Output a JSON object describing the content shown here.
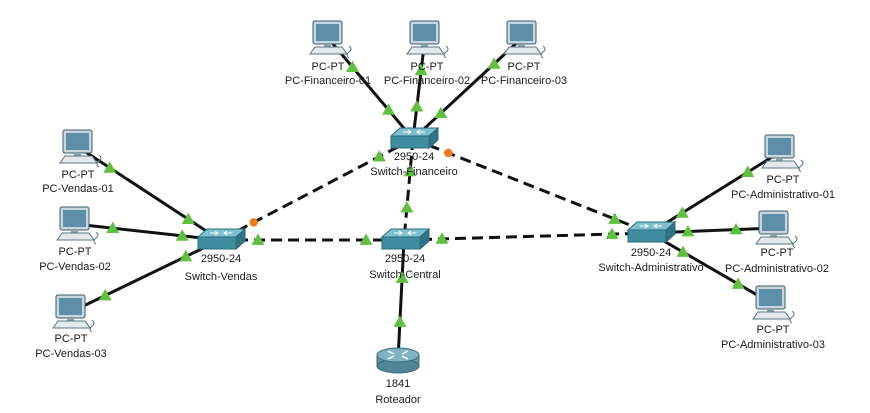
{
  "colors": {
    "background": "#ffffff",
    "link": "#111111",
    "link_up": "#5fbf3f",
    "link_pending": "#f07a1a",
    "switch_body": "#3f8ea0",
    "pc_monitor": "#5d8fa8",
    "router_body": "#7fb3c4"
  },
  "devices": [
    {
      "id": "pc-fin-1",
      "kind": "pc",
      "type": "PC-PT",
      "name": "PC-Financeiro-01"
    },
    {
      "id": "pc-fin-2",
      "kind": "pc",
      "type": "PC-PT",
      "name": "PC-Financeiro-02"
    },
    {
      "id": "pc-fin-3",
      "kind": "pc",
      "type": "PC-PT",
      "name": "PC-Financeiro-03"
    },
    {
      "id": "sw-fin",
      "kind": "switch",
      "type": "2950-24",
      "name": "Switch-Financeiro"
    },
    {
      "id": "pc-ven-1",
      "kind": "pc",
      "type": "PC-PT",
      "name": "PC-Vendas-01"
    },
    {
      "id": "pc-ven-2",
      "kind": "pc",
      "type": "PC-PT",
      "name": "PC-Vendas-02"
    },
    {
      "id": "pc-ven-3",
      "kind": "pc",
      "type": "PC-PT",
      "name": "PC-Vendas-03"
    },
    {
      "id": "sw-ven",
      "kind": "switch",
      "type": "2950-24",
      "name": "Switch-Vendas"
    },
    {
      "id": "sw-cen",
      "kind": "switch",
      "type": "2950-24",
      "name": "Switch-Central"
    },
    {
      "id": "pc-adm-1",
      "kind": "pc",
      "type": "PC-PT",
      "name": "PC-Administrativo-01"
    },
    {
      "id": "pc-adm-2",
      "kind": "pc",
      "type": "PC-PT",
      "name": "PC-Administrativo-02"
    },
    {
      "id": "pc-adm-3",
      "kind": "pc",
      "type": "PC-PT",
      "name": "PC-Administrativo-03"
    },
    {
      "id": "sw-adm",
      "kind": "switch",
      "type": "2950-24",
      "name": "Switch-Administrativo"
    },
    {
      "id": "rtr",
      "kind": "router",
      "type": "1841",
      "name": "Roteador"
    }
  ],
  "links": [
    {
      "from": "pc-fin-1",
      "to": "sw-fin",
      "style": "solid",
      "from_status": "up",
      "to_status": "up"
    },
    {
      "from": "pc-fin-2",
      "to": "sw-fin",
      "style": "solid",
      "from_status": "up",
      "to_status": "up"
    },
    {
      "from": "pc-fin-3",
      "to": "sw-fin",
      "style": "solid",
      "from_status": "up",
      "to_status": "up"
    },
    {
      "from": "pc-ven-1",
      "to": "sw-ven",
      "style": "solid",
      "from_status": "up",
      "to_status": "up"
    },
    {
      "from": "pc-ven-2",
      "to": "sw-ven",
      "style": "solid",
      "from_status": "up",
      "to_status": "up"
    },
    {
      "from": "pc-ven-3",
      "to": "sw-ven",
      "style": "solid",
      "from_status": "up",
      "to_status": "up"
    },
    {
      "from": "pc-adm-1",
      "to": "sw-adm",
      "style": "solid",
      "from_status": "up",
      "to_status": "up"
    },
    {
      "from": "pc-adm-2",
      "to": "sw-adm",
      "style": "solid",
      "from_status": "up",
      "to_status": "up"
    },
    {
      "from": "pc-adm-3",
      "to": "sw-adm",
      "style": "solid",
      "from_status": "up",
      "to_status": "up"
    },
    {
      "from": "sw-fin",
      "to": "sw-ven",
      "style": "dashed",
      "from_status": "up",
      "to_status": "pending"
    },
    {
      "from": "sw-fin",
      "to": "sw-adm",
      "style": "dashed",
      "from_status": "pending",
      "to_status": "up"
    },
    {
      "from": "sw-fin",
      "to": "sw-cen",
      "style": "dashed",
      "from_status": "up",
      "to_status": "up"
    },
    {
      "from": "sw-ven",
      "to": "sw-cen",
      "style": "dashed",
      "from_status": "up",
      "to_status": "up"
    },
    {
      "from": "sw-cen",
      "to": "sw-adm",
      "style": "dashed",
      "from_status": "up",
      "to_status": "up"
    },
    {
      "from": "sw-cen",
      "to": "rtr",
      "style": "solid",
      "from_status": "up",
      "to_status": "up"
    }
  ]
}
